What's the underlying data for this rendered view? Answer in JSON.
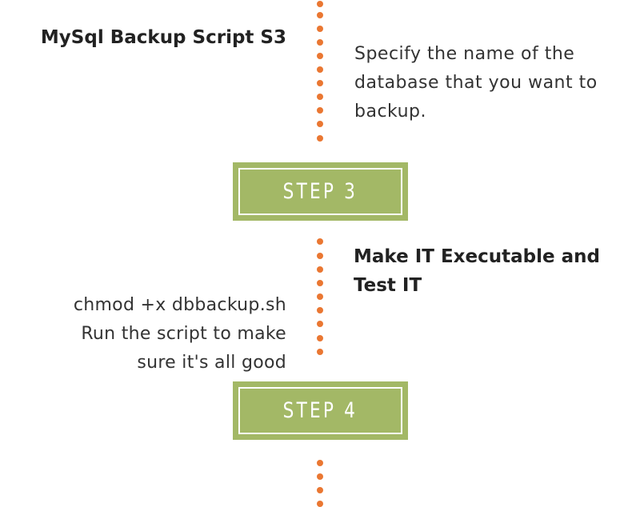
{
  "section_s3": {
    "title": "MySql Backup Script S3",
    "description": "Specify the name of the database that you want to backup."
  },
  "step3": {
    "label": "STEP 3"
  },
  "section_exec": {
    "title": "Make IT Executable and Test IT",
    "command": "chmod +x dbbackup.sh",
    "note_line1": "Run the script to make",
    "note_line2": "sure it's all good"
  },
  "step4": {
    "label": "STEP 4"
  },
  "colors": {
    "accent_orange": "#ea7732",
    "step_green": "#a3b866"
  }
}
